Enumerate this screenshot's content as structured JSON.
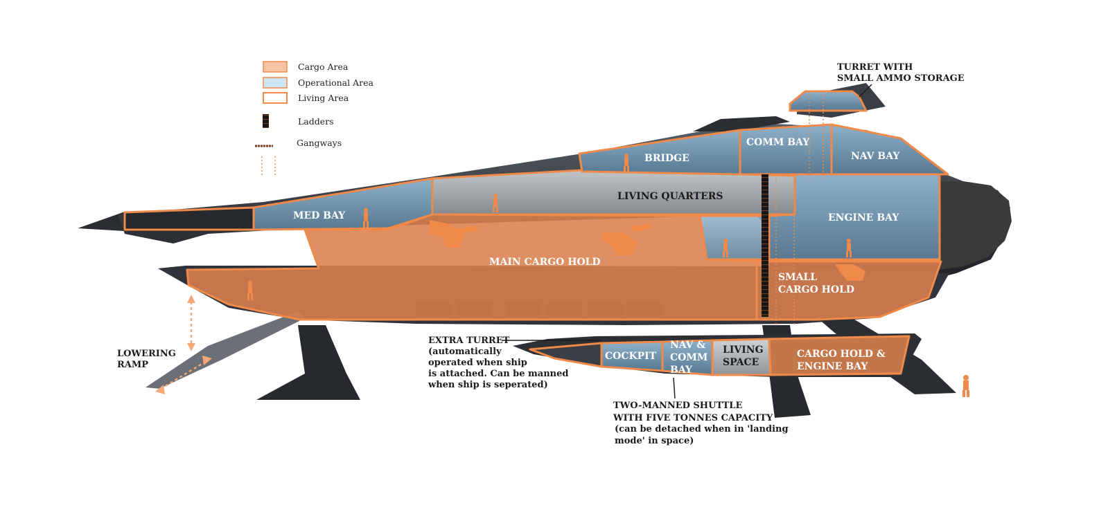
{
  "colors": {
    "cargo_fill": "#d9804e",
    "operational_fill": "#8fb4cf",
    "living_outline": "#f08a4b",
    "hull_dark": "#2f3338",
    "hull_mid": "#4a5057",
    "label_white": "#ffffff",
    "label_dark": "#1c1c1c"
  },
  "legend": {
    "cargo": "Cargo Area",
    "operational": "Operational Area",
    "living": "Living Area",
    "ladders": "Ladders",
    "gangways": "Gangways"
  },
  "areas": {
    "med_bay": "MED BAY",
    "bridge": "BRIDGE",
    "comm_bay": "COMM BAY",
    "nav_bay": "NAV BAY",
    "living_quarters": "LIVING QUARTERS",
    "engine_bay": "ENGINE BAY",
    "main_cargo_hold": "MAIN CARGO HOLD",
    "small_cargo_hold_1": "SMALL",
    "small_cargo_hold_2": "CARGO HOLD",
    "cockpit": "COCKPIT",
    "nav_comm_1": "NAV &",
    "nav_comm_2": "COMM",
    "nav_comm_3": "BAY",
    "living_space_1": "LIVING",
    "living_space_2": "SPACE",
    "cargo_engine_1": "CARGO HOLD &",
    "cargo_engine_2": "ENGINE BAY"
  },
  "annotations": {
    "turret_1": "TURRET WITH",
    "turret_2": "SMALL AMMO STORAGE",
    "ramp_1": "LOWERING",
    "ramp_2": "RAMP",
    "extra_turret_1": "EXTRA TURRET",
    "extra_turret_2": "(automatically",
    "extra_turret_3": "operated when ship",
    "extra_turret_4": "is attached. Can be manned",
    "extra_turret_5": "when ship is seperated)",
    "shuttle_1": "TWO-MANNED SHUTTLE",
    "shuttle_2": "WITH FIVE TONNES CAPACITY",
    "shuttle_3": "(can be detached when in 'landing",
    "shuttle_4": "mode' in space)"
  }
}
